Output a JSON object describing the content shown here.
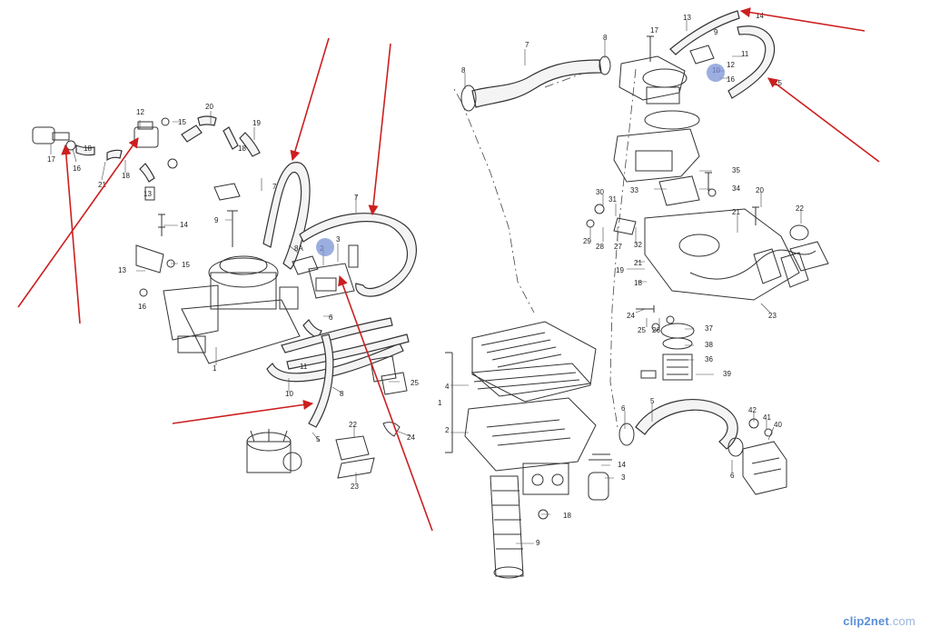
{
  "left_labels": [
    "17",
    "16",
    "18",
    "21",
    "18",
    "12",
    "15",
    "20",
    "19",
    "18",
    "7",
    "13",
    "9",
    "14",
    "13",
    "16",
    "15",
    "8A",
    "2",
    "3",
    "7",
    "6",
    "1",
    "11",
    "10",
    "8",
    "5",
    "25",
    "22",
    "23",
    "24"
  ],
  "right_labels": [
    "13",
    "14",
    "17",
    "8",
    "9",
    "11",
    "12",
    "10",
    "16",
    "15",
    "7",
    "8",
    "35",
    "34",
    "33",
    "30",
    "31",
    "29",
    "28",
    "27",
    "32",
    "21",
    "20",
    "22",
    "19",
    "21",
    "18",
    "24",
    "26",
    "25",
    "37",
    "38",
    "23",
    "36",
    "39",
    "4",
    "1",
    "2",
    "6",
    "5",
    "42",
    "41",
    "40",
    "14",
    "3",
    "18",
    "9",
    "6"
  ],
  "watermark": {
    "brand_a": "clip2net",
    "brand_b": ".com"
  },
  "colors": {
    "arrow": "#cc1f1f",
    "marker": "#7b93d4",
    "line": "#333333"
  }
}
